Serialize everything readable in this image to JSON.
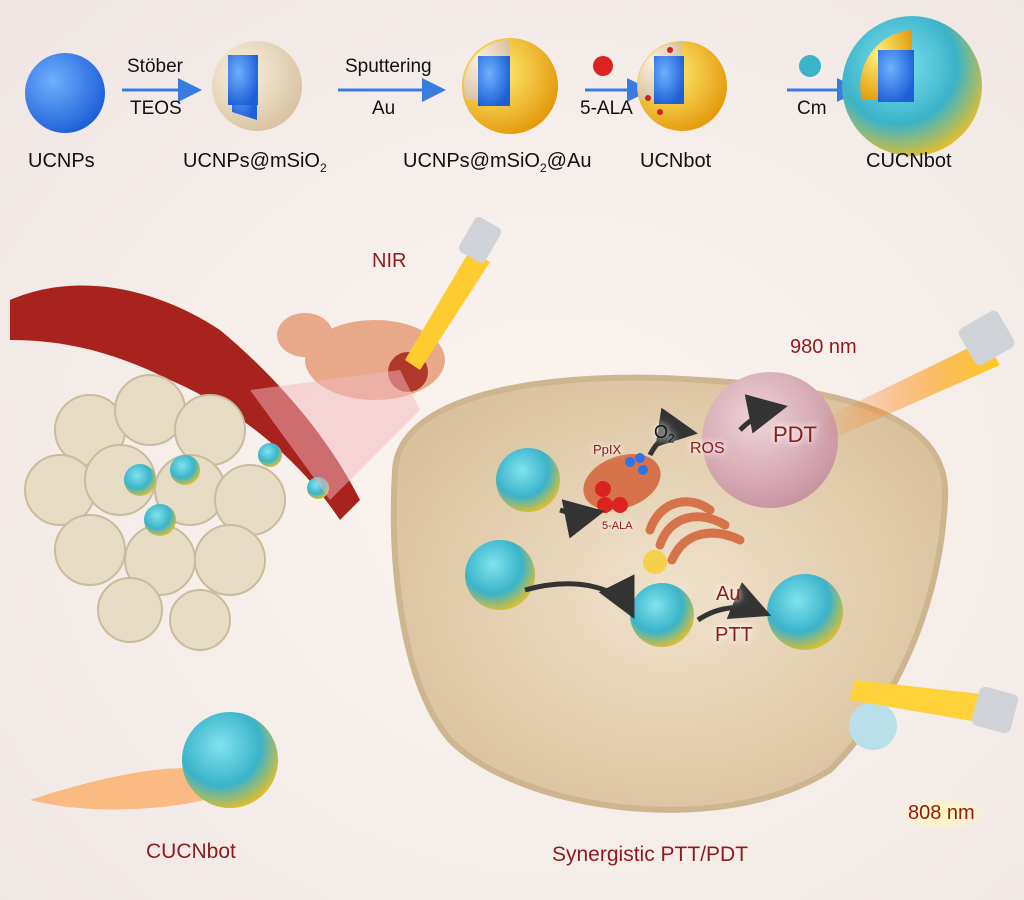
{
  "synthesis": {
    "steps": [
      {
        "product": "UCNPs"
      },
      {
        "reagent_top": "Stöber",
        "reagent_bottom": "TEOS",
        "product": "UCNPs@mSiO",
        "product_sub": "2"
      },
      {
        "reagent_top": "Sputtering",
        "reagent_bottom": "Au",
        "product": "UCNPs@mSiO",
        "product_sub": "2",
        "product_suffix": "@Au"
      },
      {
        "reagent_bottom": "5-ALA",
        "product": "UCNbot"
      },
      {
        "reagent_bottom": "Cm",
        "product": "CUCNbot"
      }
    ]
  },
  "therapy": {
    "nir": "NIR",
    "laser_980": "980 nm",
    "laser_808": "808 nm",
    "ppix": "PpIX",
    "o2": "O",
    "o2_sub": "2",
    "ros": "ROS",
    "pdt": "PDT",
    "ala": "5-ALA",
    "au": "Au",
    "ptt": "PTT",
    "bottom_left_label": "CUCNbot",
    "bottom_right_label": "Synergistic PTT/PDT"
  },
  "colors": {
    "label_red": "#8e1b1b",
    "arrow_blue": "#3a7be0",
    "ucnp_blue": "#2f74e6",
    "gold": "#f2b51c"
  }
}
